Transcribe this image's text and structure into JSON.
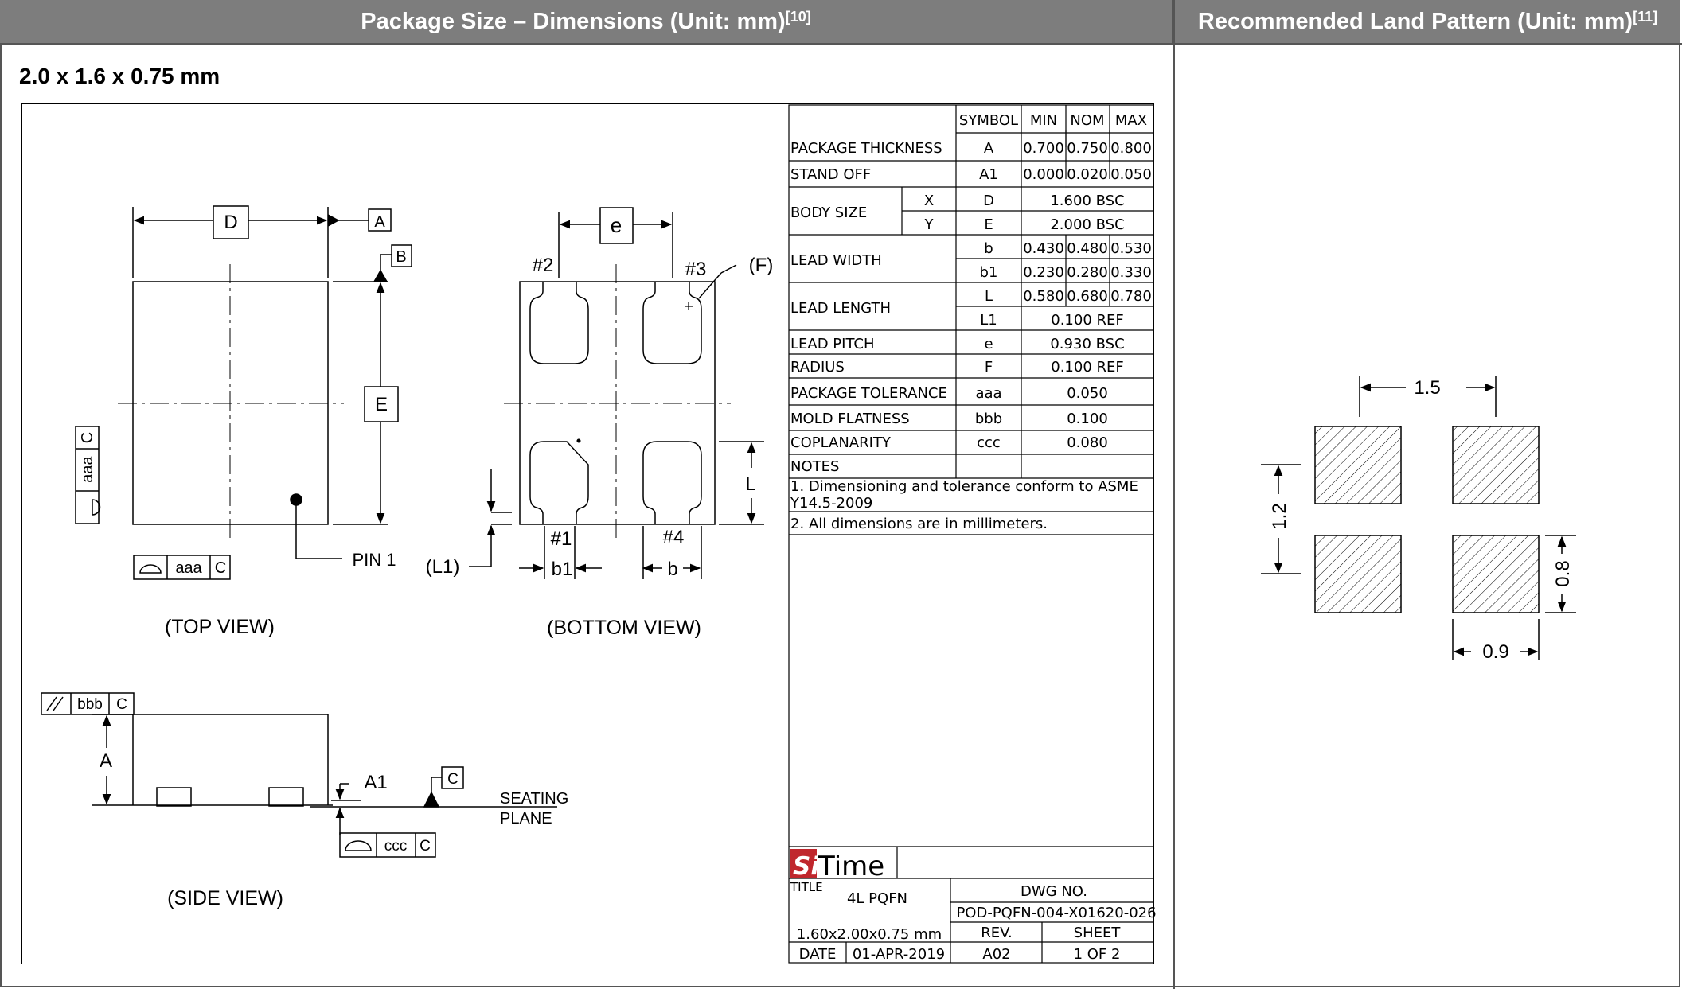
{
  "header": {
    "left_title": "Package Size – Dimensions (Unit: mm)",
    "left_ref": "[10]",
    "right_title": "Recommended Land Pattern (Unit: mm)",
    "right_ref": "[11]"
  },
  "package_size": "2.0 x 1.6 x 0.75 mm",
  "drawing": {
    "top_view": {
      "caption": "(TOP VIEW)",
      "dim_D": "D",
      "dim_E": "E",
      "datum_A": "A",
      "datum_B": "B",
      "pin1": "PIN 1",
      "tol_aaa": "aaa",
      "tol_C": "C"
    },
    "bottom_view": {
      "caption": "(BOTTOM VIEW)",
      "dim_e": "e",
      "dim_L": "L",
      "dim_L1": "(L1)",
      "dim_b": "b",
      "dim_b1": "b1",
      "radius_F": "(F)",
      "pad1": "#1",
      "pad2": "#2",
      "pad3": "#3",
      "pad4": "#4"
    },
    "side_view": {
      "caption": "(SIDE VIEW)",
      "dim_A": "A",
      "dim_A1": "A1",
      "tol_parallel": "//",
      "tol_bbb": "bbb",
      "tol_ccc": "ccc",
      "tol_C": "C",
      "datum_C": "C",
      "seating_1": "SEATING",
      "seating_2": "PLANE"
    }
  },
  "spec_table": {
    "headers": [
      "SYMBOL",
      "MIN",
      "NOM",
      "MAX"
    ],
    "rows": [
      {
        "name": "PACKAGE THICKNESS",
        "sub": "",
        "symbol": "A",
        "min": "0.700",
        "nom": "0.750",
        "max": "0.800"
      },
      {
        "name": "STAND OFF",
        "sub": "",
        "symbol": "A1",
        "min": "0.000",
        "nom": "0.020",
        "max": "0.050"
      },
      {
        "name": "BODY SIZE",
        "sub": "X",
        "symbol": "D",
        "span": "1.600 BSC"
      },
      {
        "name": "",
        "sub": "Y",
        "symbol": "E",
        "span": "2.000 BSC"
      },
      {
        "name": "LEAD WIDTH",
        "sub": "",
        "symbol": "b",
        "min": "0.430",
        "nom": "0.480",
        "max": "0.530"
      },
      {
        "name": "",
        "sub": "",
        "symbol": "b1",
        "min": "0.230",
        "nom": "0.280",
        "max": "0.330"
      },
      {
        "name": "LEAD LENGTH",
        "sub": "",
        "symbol": "L",
        "min": "0.580",
        "nom": "0.680",
        "max": "0.780"
      },
      {
        "name": "",
        "sub": "",
        "symbol": "L1",
        "span": "0.100 REF"
      },
      {
        "name": "LEAD PITCH",
        "sub": "",
        "symbol": "e",
        "span": "0.930 BSC"
      },
      {
        "name": "RADIUS",
        "sub": "",
        "symbol": "F",
        "span": "0.100 REF"
      },
      {
        "name": "PACKAGE TOLERANCE",
        "sub": "",
        "symbol": "aaa",
        "span": "0.050"
      },
      {
        "name": "MOLD FLATNESS",
        "sub": "",
        "symbol": "bbb",
        "span": "0.100"
      },
      {
        "name": "COPLANARITY",
        "sub": "",
        "symbol": "ccc",
        "span": "0.080"
      }
    ],
    "notes_title": "NOTES",
    "note1_line1": "1. Dimensioning and tolerance conform to ASME",
    "note1_line2": "Y14.5-2009",
    "note2": "2. All dimensions are in millimeters."
  },
  "title_block": {
    "logo_si": "Si",
    "logo_time": "Time",
    "title_label": "TITLE",
    "title_value": "4L PQFN",
    "dwg_no_label": "DWG NO.",
    "dwg_no": "POD-PQFN-004-X01620-026",
    "size_text": "1.60x2.00x0.75 mm",
    "rev_label": "REV.",
    "sheet_label": "SHEET",
    "date_label": "DATE",
    "date": "01-APR-2019",
    "rev": "A02",
    "sheet": "1 OF 2"
  },
  "land_pattern": {
    "dim_pitch_x": "1.5",
    "dim_pitch_y": "1.2",
    "dim_pad_h": "0.8",
    "dim_pad_w": "0.9"
  },
  "colors": {
    "header_bg": "#7d7d7d",
    "logo_red": "#c0272d"
  }
}
